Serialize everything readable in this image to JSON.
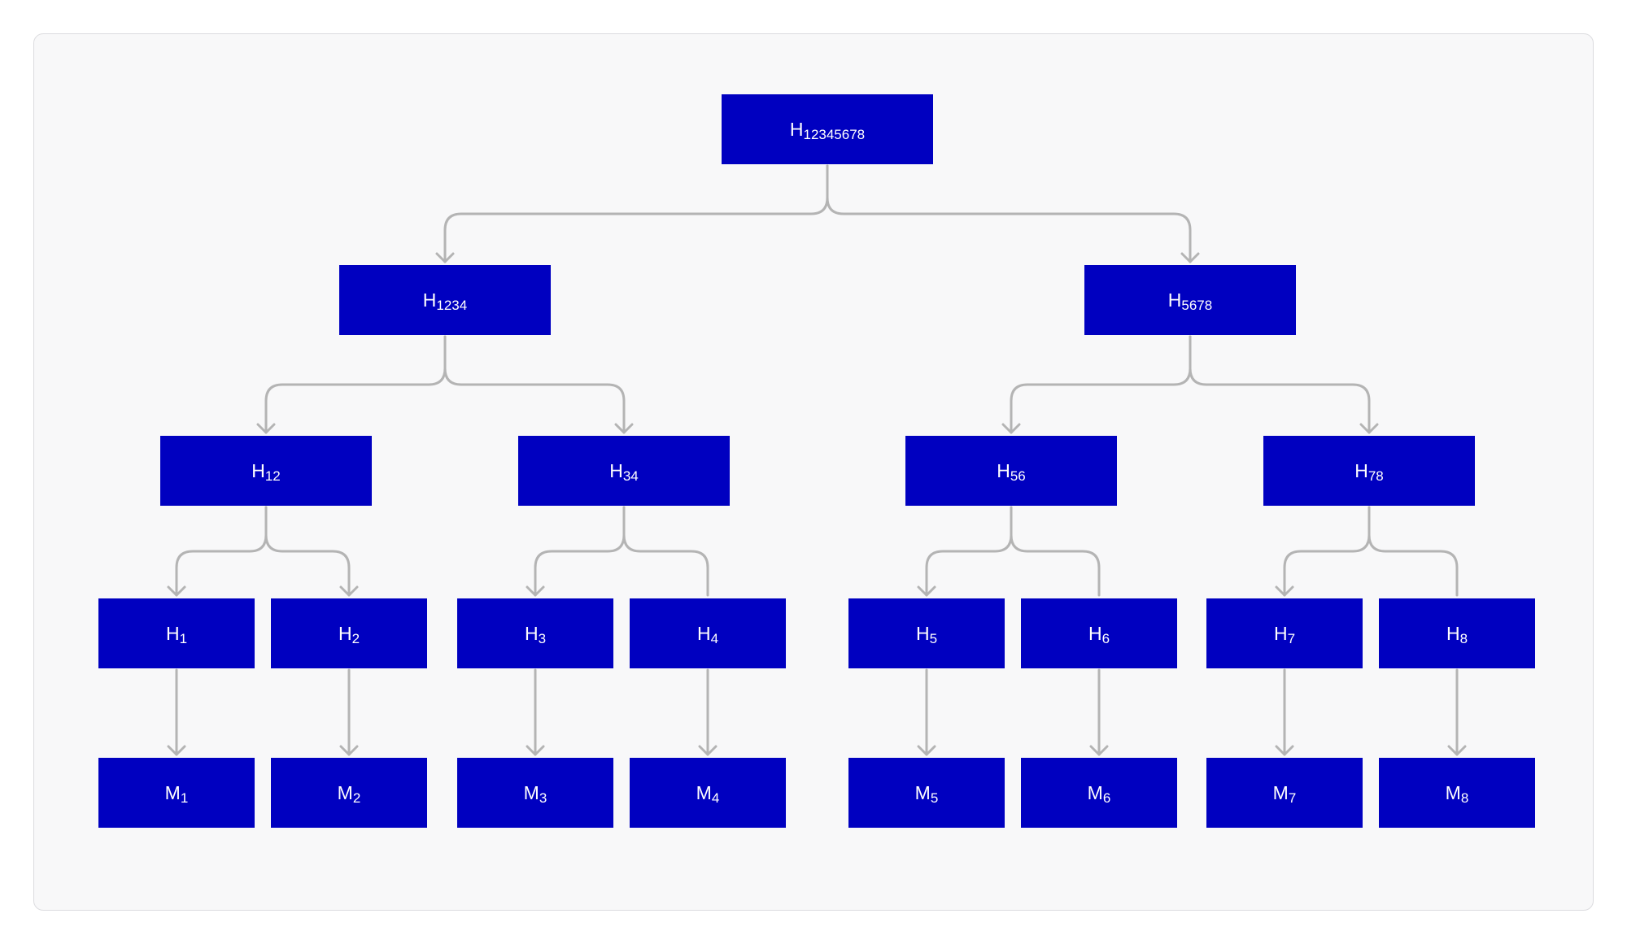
{
  "diagram": {
    "type": "tree",
    "colors": {
      "node_fill": "#0000c0",
      "node_text": "#ffffff",
      "edge": "#b4b4b4",
      "panel_background": "#f8f8f9"
    },
    "nodes": [
      {
        "id": "H12345678",
        "letter": "H",
        "sub": "12345678"
      },
      {
        "id": "H1234",
        "letter": "H",
        "sub": "1234"
      },
      {
        "id": "H5678",
        "letter": "H",
        "sub": "5678"
      },
      {
        "id": "H12",
        "letter": "H",
        "sub": "12"
      },
      {
        "id": "H34",
        "letter": "H",
        "sub": "34"
      },
      {
        "id": "H56",
        "letter": "H",
        "sub": "56"
      },
      {
        "id": "H78",
        "letter": "H",
        "sub": "78"
      },
      {
        "id": "H1",
        "letter": "H",
        "sub": "1"
      },
      {
        "id": "H2",
        "letter": "H",
        "sub": "2"
      },
      {
        "id": "H3",
        "letter": "H",
        "sub": "3"
      },
      {
        "id": "H4",
        "letter": "H",
        "sub": "4"
      },
      {
        "id": "H5",
        "letter": "H",
        "sub": "5"
      },
      {
        "id": "H6",
        "letter": "H",
        "sub": "6"
      },
      {
        "id": "H7",
        "letter": "H",
        "sub": "7"
      },
      {
        "id": "H8",
        "letter": "H",
        "sub": "8"
      },
      {
        "id": "M1",
        "letter": "M",
        "sub": "1"
      },
      {
        "id": "M2",
        "letter": "M",
        "sub": "2"
      },
      {
        "id": "M3",
        "letter": "M",
        "sub": "3"
      },
      {
        "id": "M4",
        "letter": "M",
        "sub": "4"
      },
      {
        "id": "M5",
        "letter": "M",
        "sub": "5"
      },
      {
        "id": "M6",
        "letter": "M",
        "sub": "6"
      },
      {
        "id": "M7",
        "letter": "M",
        "sub": "7"
      },
      {
        "id": "M8",
        "letter": "M",
        "sub": "8"
      }
    ],
    "edges": [
      {
        "from": "H12345678",
        "to": "H1234",
        "arrow": true
      },
      {
        "from": "H12345678",
        "to": "H5678",
        "arrow": true
      },
      {
        "from": "H1234",
        "to": "H12",
        "arrow": true
      },
      {
        "from": "H1234",
        "to": "H34",
        "arrow": true
      },
      {
        "from": "H5678",
        "to": "H56",
        "arrow": true
      },
      {
        "from": "H5678",
        "to": "H78",
        "arrow": true
      },
      {
        "from": "H12",
        "to": "H1",
        "arrow": true
      },
      {
        "from": "H12",
        "to": "H2",
        "arrow": true
      },
      {
        "from": "H34",
        "to": "H3",
        "arrow": true
      },
      {
        "from": "H34",
        "to": "H4",
        "arrow": false
      },
      {
        "from": "H56",
        "to": "H5",
        "arrow": true
      },
      {
        "from": "H56",
        "to": "H6",
        "arrow": false
      },
      {
        "from": "H78",
        "to": "H7",
        "arrow": true
      },
      {
        "from": "H78",
        "to": "H8",
        "arrow": false
      },
      {
        "from": "H1",
        "to": "M1",
        "arrow": true
      },
      {
        "from": "H2",
        "to": "M2",
        "arrow": true
      },
      {
        "from": "H3",
        "to": "M3",
        "arrow": true
      },
      {
        "from": "H4",
        "to": "M4",
        "arrow": true
      },
      {
        "from": "H5",
        "to": "M5",
        "arrow": true
      },
      {
        "from": "H6",
        "to": "M6",
        "arrow": true
      },
      {
        "from": "H7",
        "to": "M7",
        "arrow": true
      },
      {
        "from": "H8",
        "to": "M8",
        "arrow": true
      }
    ]
  }
}
